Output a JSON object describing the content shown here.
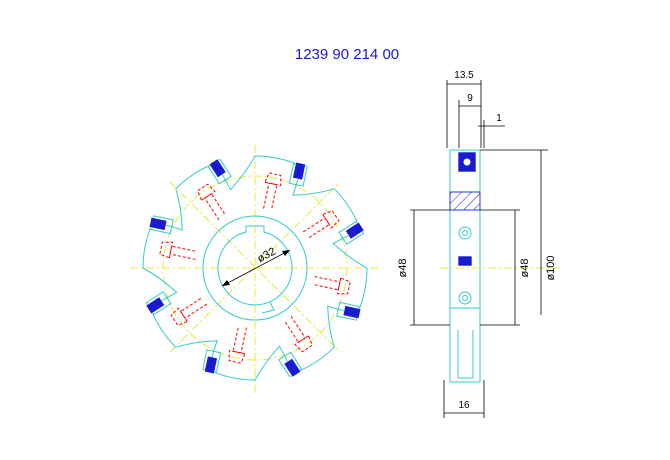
{
  "title": "1239 90 214  00",
  "dimensions": {
    "bore": "ø32",
    "width_overall": "13.5",
    "offset_9": "9",
    "offset_1": "1",
    "hub_diameter_left": "ø48",
    "hub_diameter_right": "ø48",
    "outer_diameter": "ø100",
    "hub_width": "16"
  },
  "colors": {
    "contour": "#33cccc",
    "hidden": "#ff0000",
    "centerline": "#e6e600",
    "insert": "#1a1ad0",
    "dimension": "#000000",
    "title": "#1a1ad0"
  }
}
